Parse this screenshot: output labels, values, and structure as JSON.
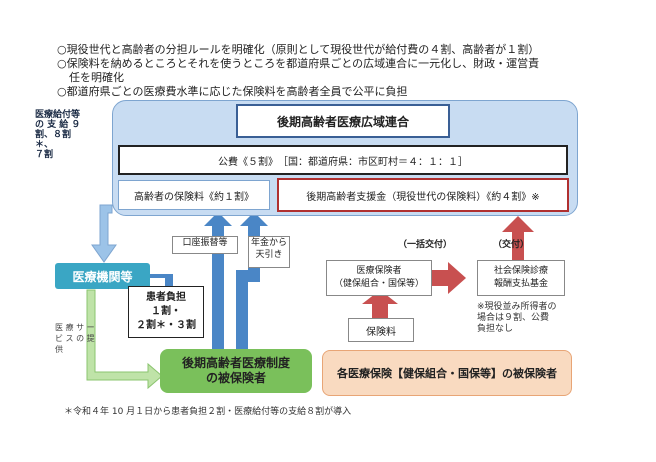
{
  "intro": [
    {
      "line1": "○現役世代と高齢者の分担ルールを明確化（原則として現役世代が給付費の４割、高齢者が１割）"
    },
    {
      "line1": "○保険料を納めるところとそれを使うところを都道府県ごとの広域連合に一元化し、財政・運営責",
      "line2": "任を明確化"
    },
    {
      "line1": "○都道府県ごとの医療費水準に応じた保険料を高齢者全員で公平に負担"
    }
  ],
  "benefit_side": {
    "line1": "医療給付等",
    "line2": "の 支 給 ９",
    "line3": "割、８割＊、",
    "line4": "７割"
  },
  "koiki": {
    "title": "後期高齢者医療広域連合",
    "kouhi": "公費《５割》　［国：都道府県：市区町村＝４：１：１］",
    "premium": "高齢者の保険料《約１割》",
    "support": "後期高齢者支援金（現役世代の保険料）《約４割》※"
  },
  "iryou_kikan": "医療機関等",
  "kouza": "口座振替等",
  "nenkin": {
    "line1": "年金から",
    "line2": "天引き"
  },
  "patient_burden": {
    "line1": "患者負担",
    "line2": "１割・",
    "line3": "２割＊・３割"
  },
  "service": {
    "line1": "医 療 サ ー",
    "line2": "ビ ス の 提",
    "line3": "供"
  },
  "koki_insured": {
    "line1": "後期高齢者医療制度",
    "line2": "の被保険者"
  },
  "ikkatsu": "（一括交付）",
  "koufu": "（交付）",
  "insurer": {
    "line1": "医療保険者",
    "line2": "（健保組合・国保等）"
  },
  "fund": {
    "line1": "社会保険診療",
    "line2": "報酬支払基金"
  },
  "note": {
    "line1": "※現役並み所得者の",
    "line2": "場合は９割、公費",
    "line3": "負担なし"
  },
  "hokenryo": "保険料",
  "kaku_insured": "各医療保険【健保組合・国保等】の被保険者",
  "footnote": "＊令和４年 10 月１日から患者負担２割・医療給付等の支給８割が導入",
  "colors": {
    "panel": "#c8dcf2",
    "blue_arrow": "#4a86c6",
    "green": "#7ac05b",
    "red_arrow": "#c85050",
    "teal": "#3aa6c4",
    "peach": "#f9dac0"
  }
}
